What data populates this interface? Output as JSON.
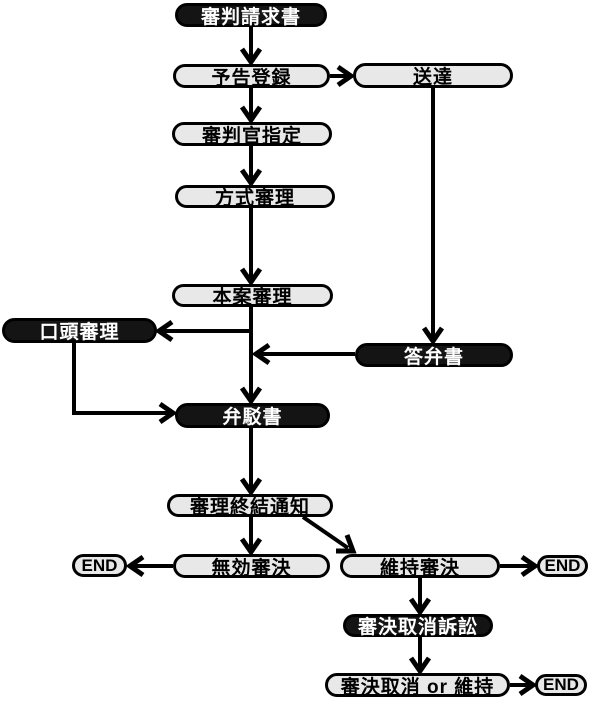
{
  "diagram": {
    "title": "invalidation-trial-flowchart",
    "colors": {
      "background": "#ffffff",
      "node_dark_fill": "#141414",
      "node_dark_text": "#ffffff",
      "node_light_fill": "#e8e8e8",
      "node_light_text": "#000000",
      "border": "#000000",
      "connector": "#000000"
    },
    "nodes": {
      "trial_request": {
        "label": "審判請求書",
        "variant": "dark"
      },
      "advance_registration": {
        "label": "予告登録",
        "variant": "light"
      },
      "service": {
        "label": "送達",
        "variant": "light"
      },
      "examiner_designation": {
        "label": "審判官指定",
        "variant": "light"
      },
      "formality_examination": {
        "label": "方式審理",
        "variant": "light"
      },
      "merits_examination": {
        "label": "本案審理",
        "variant": "light"
      },
      "oral_proceedings": {
        "label": "口頭審理",
        "variant": "dark"
      },
      "written_answer": {
        "label": "答弁書",
        "variant": "dark"
      },
      "written_refutation": {
        "label": "弁駁書",
        "variant": "dark"
      },
      "conclusion_notice": {
        "label": "審理終結通知",
        "variant": "light"
      },
      "invalidation_decision": {
        "label": "無効審決",
        "variant": "light"
      },
      "end_left": {
        "label": "END",
        "variant": "light"
      },
      "maintenance_decision": {
        "label": "維持審決",
        "variant": "light"
      },
      "end_right": {
        "label": "END",
        "variant": "light"
      },
      "decision_revocation_suit": {
        "label": "審決取消訴訟",
        "variant": "dark"
      },
      "revoked_or_maintained": {
        "label": "審決取消 or 維持",
        "variant": "light"
      },
      "end_bottom": {
        "label": "END",
        "variant": "light"
      }
    }
  }
}
